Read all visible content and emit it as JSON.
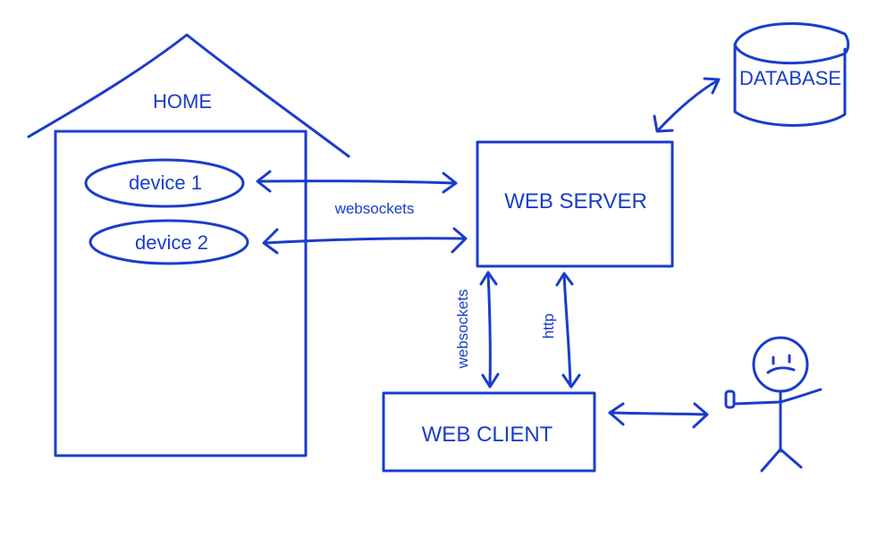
{
  "diagram": {
    "ink_color": "#1a3ccc",
    "home_label": "HOME",
    "device1_label": "device 1",
    "device2_label": "device 2",
    "websockets_label_devices": "websockets",
    "web_server_label": "WEB SERVER",
    "database_label": "DATABASE",
    "websockets_label_client": "websockets",
    "http_label": "http",
    "web_client_label": "WEB CLIENT"
  }
}
